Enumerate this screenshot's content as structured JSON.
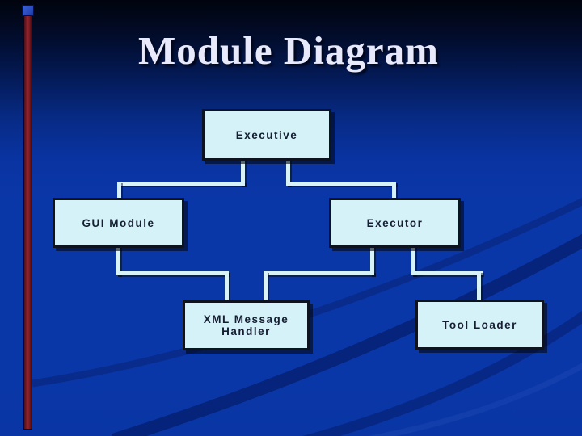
{
  "slide": {
    "title": "Module Diagram",
    "background": {
      "top_color": "#01040d",
      "bottom_color": "#0a37a8"
    },
    "title_color": "#e8e9fa",
    "decorations": {
      "left_bar_color": "#8a2130",
      "left_square_color": "#2f55c8"
    }
  },
  "diagram": {
    "node_fill_color": "#d4f2f8",
    "node_border_color": "#0d1420",
    "node_text_color": "#161e32",
    "connector_color": "#d8f3f8",
    "nodes": [
      {
        "id": "executive",
        "label": "Executive"
      },
      {
        "id": "gui-module",
        "label": "GUI Module"
      },
      {
        "id": "executor",
        "label": "Executor"
      },
      {
        "id": "xml-message-handler",
        "label": "XML Message Handler"
      },
      {
        "id": "tool-loader",
        "label": "Tool Loader"
      }
    ],
    "edges": [
      {
        "from": "executive",
        "to": "gui-module"
      },
      {
        "from": "executive",
        "to": "executor"
      },
      {
        "from": "gui-module",
        "to": "xml-message-handler"
      },
      {
        "from": "executor",
        "to": "xml-message-handler"
      },
      {
        "from": "executor",
        "to": "tool-loader"
      }
    ]
  }
}
